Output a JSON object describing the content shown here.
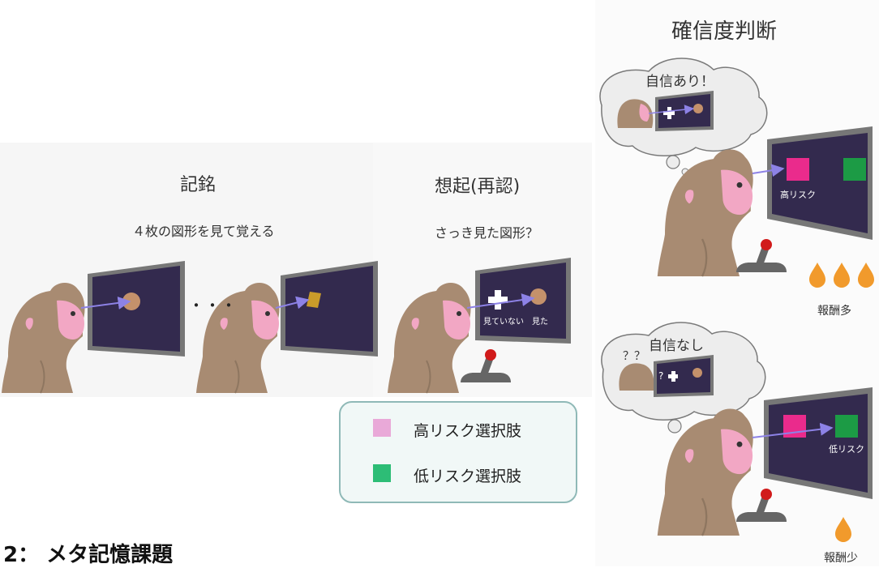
{
  "figure": {
    "caption": "2： メタ記憶課題"
  },
  "encoding": {
    "title": "記銘",
    "subtitle": "４枚の図形を見て覚える",
    "ellipsis": "・・・"
  },
  "recall": {
    "title": "想起(再認)",
    "subtitle": "さっき見た図形？",
    "option_not_seen": "見ていない",
    "option_seen": "見た"
  },
  "confidence": {
    "title": "確信度判断",
    "high": {
      "thought": "自信あり！",
      "screen_label": "高リスク",
      "reward": "報酬多",
      "drops": 3
    },
    "low": {
      "thought": "自信なし",
      "question_marks": "？？",
      "screen_q": "?",
      "screen_label": "低リスク",
      "reward": "報酬少",
      "drops": 1
    }
  },
  "legend": {
    "items": [
      {
        "label": "高リスク選択肢",
        "color": "#e9a9d8"
      },
      {
        "label": "低リスク選択肢",
        "color": "#2dbd76"
      }
    ]
  },
  "colors": {
    "screen": "#332a4e",
    "bezel": "#777777",
    "monkey_fur": "#a88b72",
    "monkey_face": "#f2a7c4",
    "high_risk_square": "#ea2b8c",
    "low_risk_square": "#1c9b45",
    "drop": "#f19a2c",
    "arrow": "#8d82e6",
    "legend_border": "#8fb9b7",
    "legend_bg": "#f1f8f7"
  }
}
